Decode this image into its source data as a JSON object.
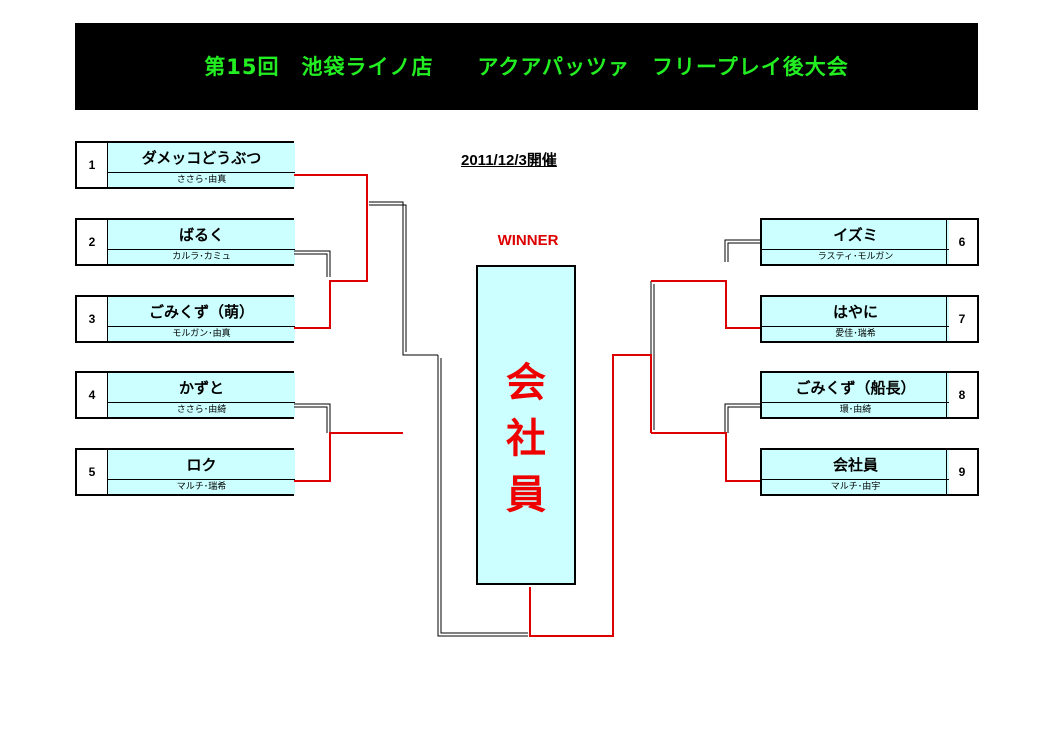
{
  "title": "第15回　池袋ライノ店　　アクアパッツァ　フリープレイ後大会",
  "date": "2011/12/3開催",
  "winner_label": "WINNER",
  "winner": [
    "会",
    "社",
    "員"
  ],
  "teams": [
    {
      "num": "1",
      "name": "ダメッコどうぶつ",
      "players": "ささら･由真"
    },
    {
      "num": "2",
      "name": "ばるく",
      "players": "カルラ･カミュ"
    },
    {
      "num": "3",
      "name": "ごみくず（萌）",
      "players": "モルガン･由真"
    },
    {
      "num": "4",
      "name": "かずと",
      "players": "ささら･由綺"
    },
    {
      "num": "5",
      "name": "ロク",
      "players": "マルチ･瑞希"
    },
    {
      "num": "6",
      "name": "イズミ",
      "players": "ラスティ･モルガン"
    },
    {
      "num": "7",
      "name": "はやに",
      "players": "愛佳･瑞希"
    },
    {
      "num": "8",
      "name": "ごみくず（船長）",
      "players": "環･由綺"
    },
    {
      "num": "9",
      "name": "会社員",
      "players": "マルチ･由宇"
    }
  ],
  "colors": {
    "banner_bg": "#000000",
    "title": "#22ee22",
    "cell_bg": "#ccffff",
    "win_line": "#dd0000",
    "lose_line": "#000000",
    "winner_text": "#ee0000"
  }
}
